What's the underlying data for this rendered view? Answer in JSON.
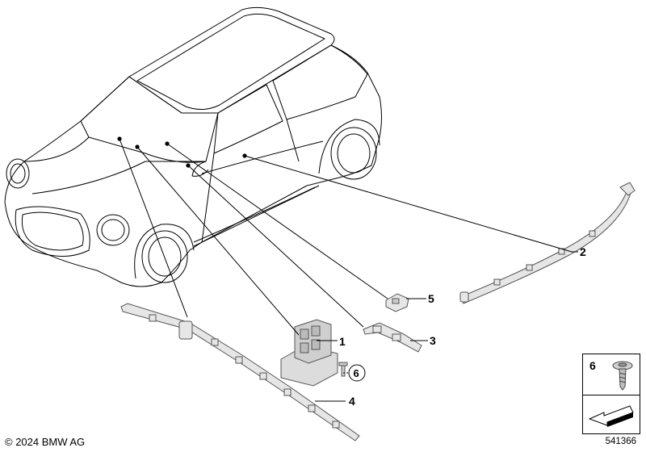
{
  "callouts": {
    "c1": "1",
    "c2": "2",
    "c3": "3",
    "c4": "4",
    "c5": "5",
    "c6": "6"
  },
  "legend": {
    "item_number": "6"
  },
  "footer": {
    "copyright": "© 2024 BMW AG",
    "doc_number": "541366"
  },
  "colors": {
    "line": "#000000",
    "car_fill": "#ffffff",
    "part_fill": "#e6e6e6",
    "part_stroke": "#555555"
  }
}
